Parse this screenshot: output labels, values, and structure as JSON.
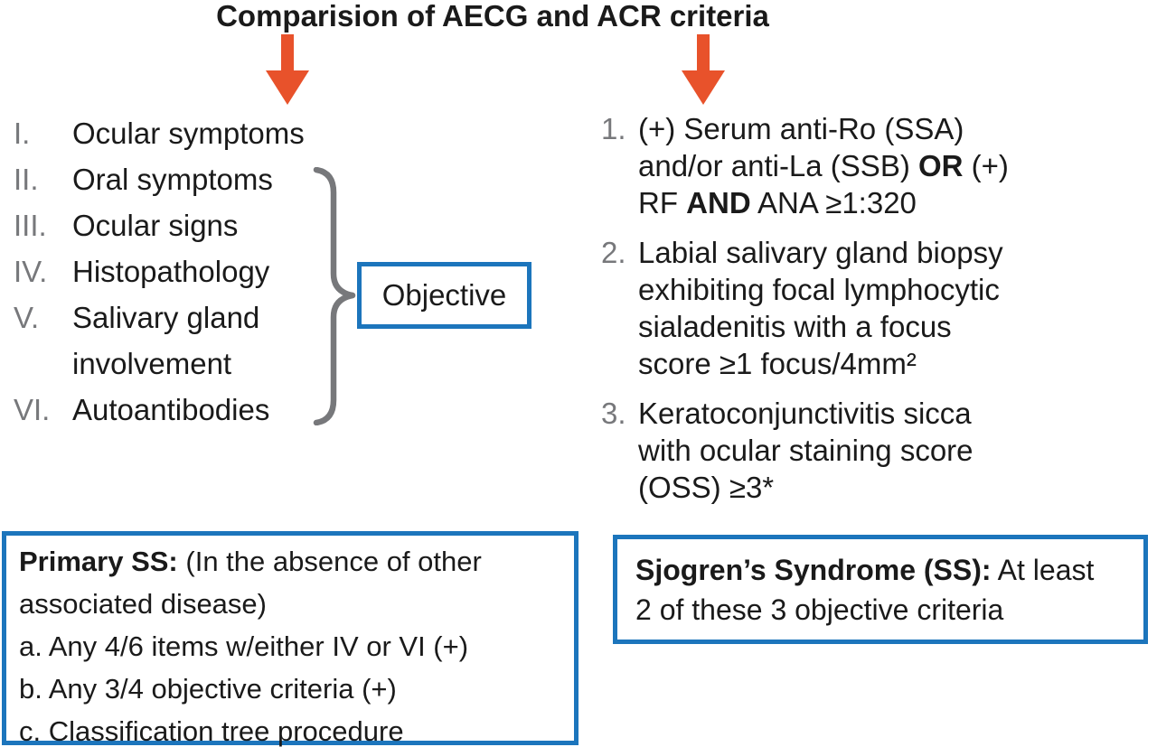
{
  "title": "Comparision of AECG and ACR criteria",
  "colors": {
    "accent_blue": "#1c75bc",
    "arrow_orange": "#e8522b",
    "muted_gray": "#77787b",
    "text_black": "#1a1a1a"
  },
  "icons": {
    "left_arrow": "down-arrow",
    "right_arrow": "down-arrow",
    "brace": "right-curly-brace"
  },
  "aecg": {
    "items": [
      {
        "numeral": "I.",
        "text": "Ocular symptoms"
      },
      {
        "numeral": "II.",
        "text": "Oral symptoms"
      },
      {
        "numeral": "III.",
        "text": "Ocular signs"
      },
      {
        "numeral": "IV.",
        "text": "Histopathology"
      },
      {
        "numeral": "V.",
        "text": "Salivary gland\ninvolvement"
      },
      {
        "numeral": "VI.",
        "text": "Autoantibodies"
      }
    ],
    "objective_label": "Objective"
  },
  "acr": {
    "items": [
      {
        "number": "1.",
        "text": "(+) Serum anti-Ro (SSA)\nand/or anti-La (SSB) **OR** (+)\nRF **AND** ANA ≥1:320"
      },
      {
        "number": "2.",
        "text": "Labial salivary gland biopsy\nexhibiting focal lymphocytic\nsialadenitis with a focus\nscore ≥1 focus/4mm²"
      },
      {
        "number": "3.",
        "text": "Keratoconjunctivitis sicca\nwith ocular staining score\n(OSS) ≥3*"
      }
    ]
  },
  "primary_ss_box": "**Primary SS:** (In the absence of other\nassociated disease)\na. Any 4/6 items w/either IV or VI (+)\nb. Any 3/4 objective criteria (+)\nc. Classification tree procedure",
  "sjogrens_box": "**Sjogren’s Syndrome (SS):** At least\n2 of these 3 objective criteria"
}
